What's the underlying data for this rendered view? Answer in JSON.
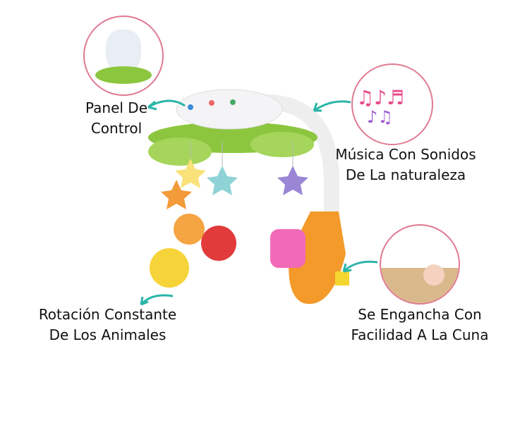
{
  "colors": {
    "arrow": "#2bb5a8",
    "circle_border": "#e07a92"
  },
  "labels": {
    "panel": [
      "Panel De",
      "Control"
    ],
    "music": [
      "Música Con Sonidos",
      "De La naturaleza"
    ],
    "rotation": [
      "Rotación Constante",
      "De Los Animales"
    ],
    "crib": [
      "Se Engancha Con",
      "Facilidad A La Cuna"
    ]
  }
}
